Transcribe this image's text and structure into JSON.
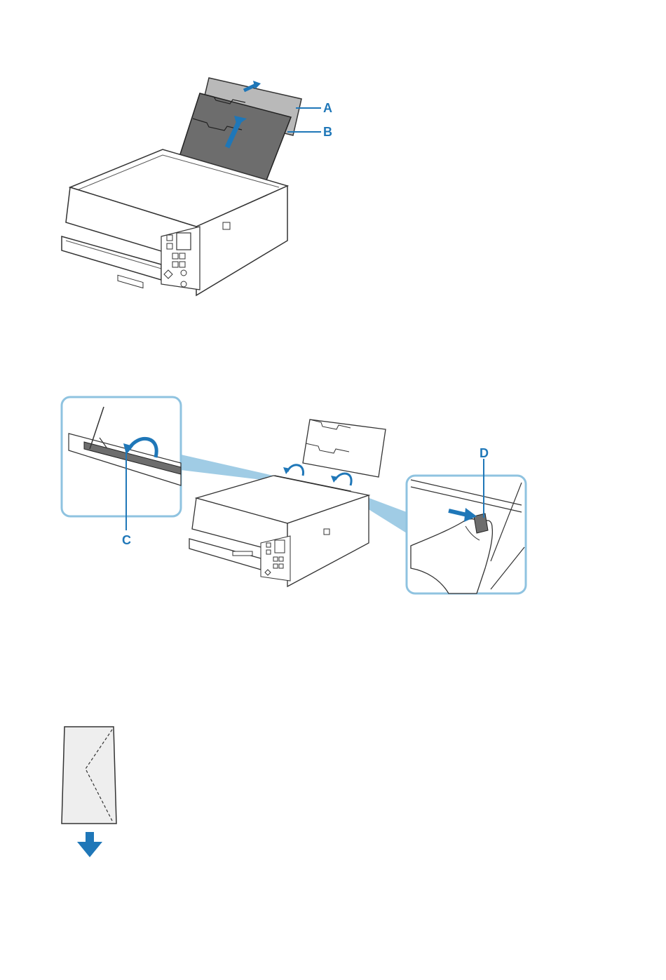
{
  "figure1": {
    "label_a": "A",
    "label_b": "B"
  },
  "figure2": {
    "label_c": "C",
    "label_d": "D"
  },
  "colors": {
    "accent": "#1f77b8",
    "callout_border": "#8fc3e0",
    "support_dark": "#6d6d6d",
    "support_light": "#b9b9b9",
    "line": "#333333"
  },
  "icons": [
    "arrow-up-icon",
    "curved-arrow-icon",
    "arrow-down-icon",
    "hand-icon",
    "envelope-icon"
  ]
}
